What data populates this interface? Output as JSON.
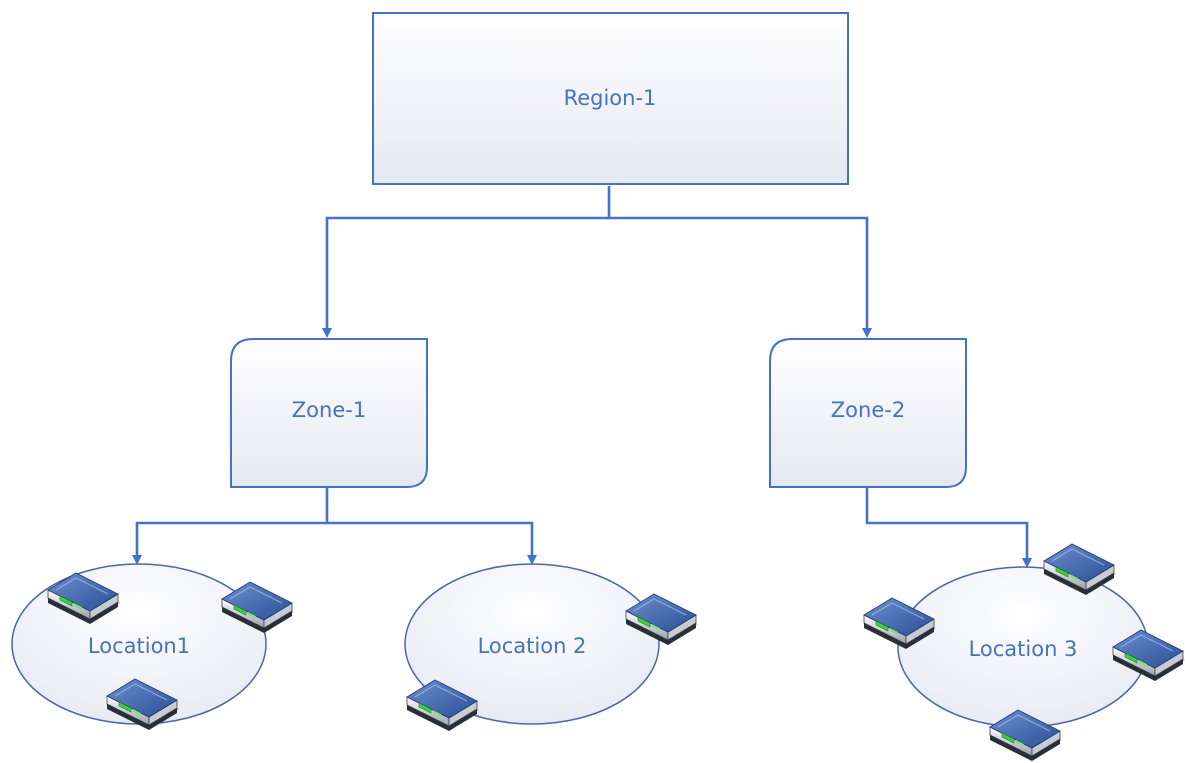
{
  "diagram": {
    "colors": {
      "line": "#4472c4",
      "fill_top": "#ffffff",
      "fill_bottom": "#e6e8f2",
      "text": "#4472c4"
    },
    "region": {
      "label": "Region-1"
    },
    "zones": [
      {
        "label": "Zone-1"
      },
      {
        "label": "Zone-2"
      }
    ],
    "locations": [
      {
        "label": "Location1",
        "device_icons": 3
      },
      {
        "label": "Location 2",
        "device_icons": 2
      },
      {
        "label": "Location 3",
        "device_icons": 4
      }
    ],
    "device_icon": "network-switch-icon"
  }
}
